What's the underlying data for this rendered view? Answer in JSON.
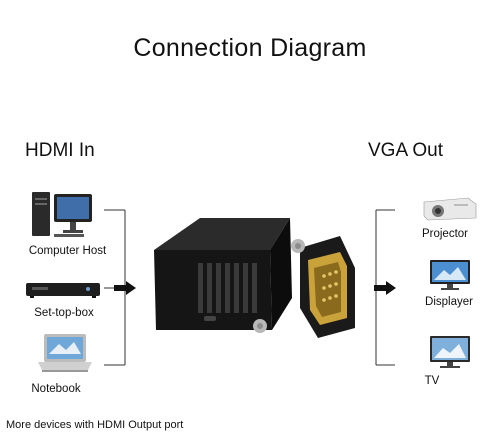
{
  "title": "Connection Diagram",
  "input": {
    "heading": "HDMI In",
    "devices": [
      {
        "label": "Computer Host",
        "icon": "desktop-computer-icon"
      },
      {
        "label": "Set-top-box",
        "icon": "set-top-box-icon"
      },
      {
        "label": "Notebook",
        "icon": "laptop-icon"
      }
    ]
  },
  "output": {
    "heading": "VGA Out",
    "devices": [
      {
        "label": "Projector",
        "icon": "projector-icon"
      },
      {
        "label": "Displayer",
        "icon": "monitor-icon"
      },
      {
        "label": "TV",
        "icon": "tv-icon"
      }
    ]
  },
  "adapter": {
    "icon": "hdmi-to-vga-adapter-icon"
  },
  "footer": "More devices with HDMI Output port",
  "colors": {
    "text": "#111111",
    "line": "#333333",
    "adapter_body": "#151515",
    "connector_gold": "#c9a23a"
  }
}
